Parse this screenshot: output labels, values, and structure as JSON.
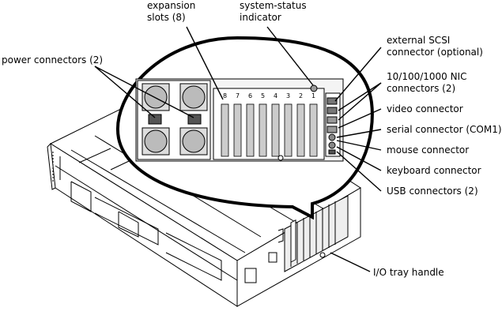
{
  "labels": {
    "expansion_slots": [
      "expansion",
      "slots (8)"
    ],
    "system_status": [
      "system-status",
      "indicator"
    ],
    "power_connectors": "power connectors (2)",
    "external_scsi": [
      "external SCSI",
      "connector (optional)"
    ],
    "nic": [
      "10/100/1000 NIC",
      "connectors (2)"
    ],
    "video": "video connector",
    "serial": "serial connector (COM1)",
    "mouse": "mouse connector",
    "keyboard": "keyboard connector",
    "usb": "USB connectors (2)",
    "io_tray": "I/O tray handle"
  },
  "slot_numbers": [
    "8",
    "7",
    "6",
    "5",
    "4",
    "3",
    "2",
    "1"
  ]
}
